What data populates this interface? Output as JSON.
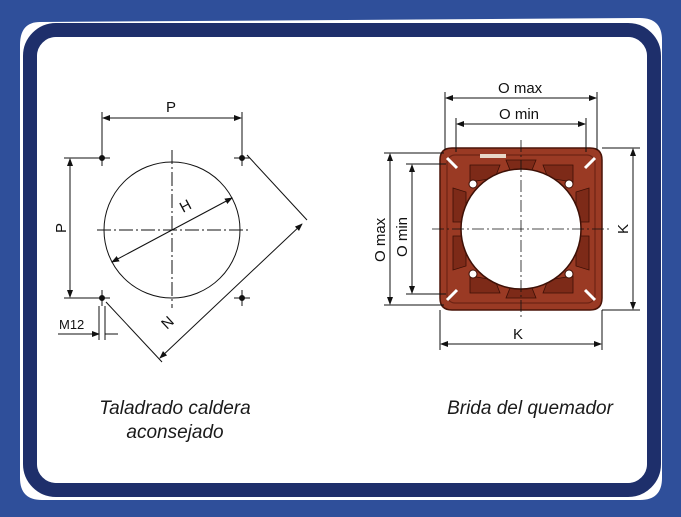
{
  "colors": {
    "border_outer": "#2f4f9a",
    "border_inner": "#1e2f6b",
    "flange": "#9a3a24",
    "flange_dark": "#6e2414"
  },
  "left_drawing": {
    "dim_p_horizontal": "P",
    "dim_p_vertical": "P",
    "dim_h": "H",
    "dim_n": "N",
    "dim_m12": "M12",
    "caption_line1": "Taladrado caldera",
    "caption_line2": "aconsejado"
  },
  "right_drawing": {
    "dim_o_max_top": "O max",
    "dim_o_min_top": "O min",
    "dim_o_max_left": "O max",
    "dim_o_min_left": "O min",
    "dim_k_right": "K",
    "dim_k_bottom": "K",
    "caption": "Brida del quemador"
  }
}
